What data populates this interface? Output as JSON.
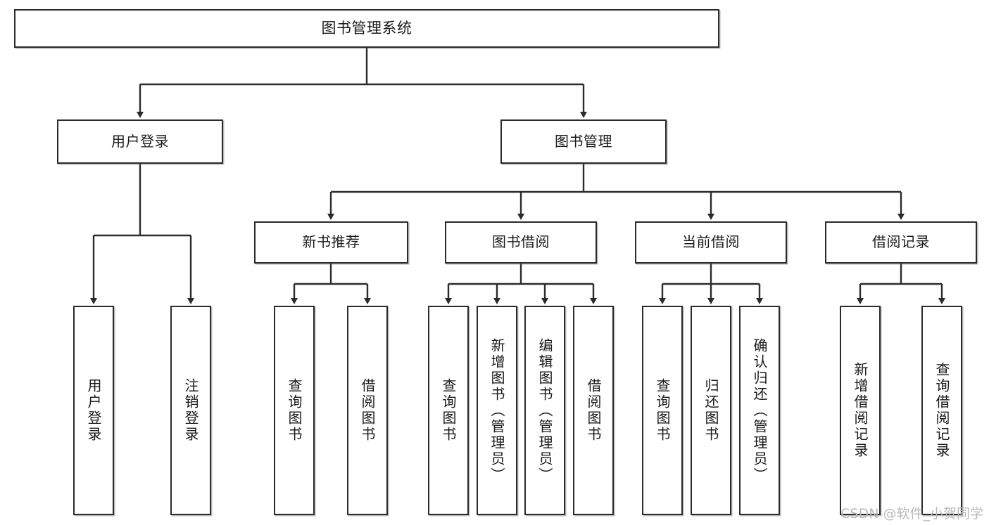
{
  "diagram": {
    "title": "图书管理系统",
    "type": "tree",
    "watermark": "CSDN @软件_小贺同学",
    "colors": {
      "box_border": "#2b2b2b",
      "box_fill": "#ffffff",
      "connector": "#2b2b2b",
      "text": "#1a1a1a",
      "watermark": "#b9b9b9",
      "background": "#ffffff"
    }
  },
  "nodes": {
    "root": {
      "label": "图书管理系统"
    },
    "level1": [
      {
        "id": "user-login",
        "label": "用户登录"
      },
      {
        "id": "book-management",
        "label": "图书管理"
      }
    ],
    "level2": [
      {
        "id": "new-book-recommend",
        "label": "新书推荐"
      },
      {
        "id": "book-borrow",
        "label": "图书借阅"
      },
      {
        "id": "current-borrow",
        "label": "当前借阅"
      },
      {
        "id": "borrow-record",
        "label": "借阅记录"
      }
    ],
    "leaves": {
      "user_login": [
        {
          "id": "leaf-user-login",
          "label": "用户登录"
        },
        {
          "id": "leaf-logout-login",
          "label": "注销登录"
        }
      ],
      "new_book_recommend": [
        {
          "id": "leaf-query-book-1",
          "label": "查询图书"
        },
        {
          "id": "leaf-borrow-book-1",
          "label": "借阅图书"
        }
      ],
      "book_borrow": [
        {
          "id": "leaf-query-book-2",
          "label": "查询图书"
        },
        {
          "id": "leaf-add-book",
          "label": "新增图书（管理员）"
        },
        {
          "id": "leaf-edit-book",
          "label": "编辑图书（管理员）"
        },
        {
          "id": "leaf-borrow-book-2",
          "label": "借阅图书"
        }
      ],
      "current_borrow": [
        {
          "id": "leaf-query-book-3",
          "label": "查询图书"
        },
        {
          "id": "leaf-return-book",
          "label": "归还图书"
        },
        {
          "id": "leaf-confirm-return",
          "label": "确认归还（管理员）"
        }
      ],
      "borrow_record": [
        {
          "id": "leaf-add-borrow-record",
          "label": "新增借阅记录"
        },
        {
          "id": "leaf-query-borrow-record",
          "label": "查询借阅记录"
        }
      ]
    }
  },
  "chart_data": {
    "type": "tree",
    "title": "图书管理系统",
    "edges": [
      [
        "图书管理系统",
        "用户登录"
      ],
      [
        "图书管理系统",
        "图书管理"
      ],
      [
        "用户登录",
        "用户登录"
      ],
      [
        "用户登录",
        "注销登录"
      ],
      [
        "图书管理",
        "新书推荐"
      ],
      [
        "图书管理",
        "图书借阅"
      ],
      [
        "图书管理",
        "当前借阅"
      ],
      [
        "图书管理",
        "借阅记录"
      ],
      [
        "新书推荐",
        "查询图书"
      ],
      [
        "新书推荐",
        "借阅图书"
      ],
      [
        "图书借阅",
        "查询图书"
      ],
      [
        "图书借阅",
        "新增图书（管理员）"
      ],
      [
        "图书借阅",
        "编辑图书（管理员）"
      ],
      [
        "图书借阅",
        "借阅图书"
      ],
      [
        "当前借阅",
        "查询图书"
      ],
      [
        "当前借阅",
        "归还图书"
      ],
      [
        "当前借阅",
        "确认归还（管理员）"
      ],
      [
        "借阅记录",
        "新增借阅记录"
      ],
      [
        "借阅记录",
        "查询借阅记录"
      ]
    ]
  }
}
